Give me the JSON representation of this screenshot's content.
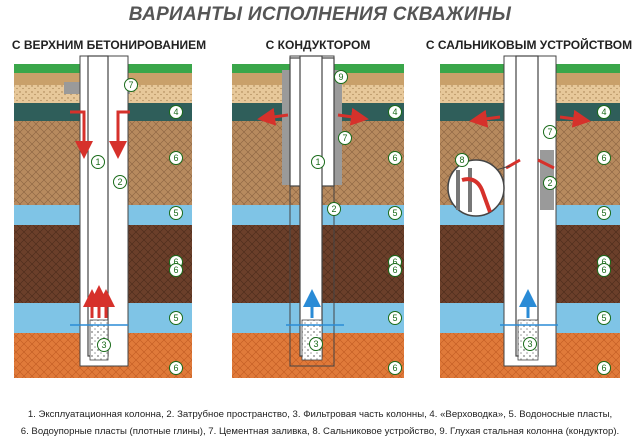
{
  "title": "ВАРИАНТЫ ИСПОЛНЕНИЯ СКВАЖИНЫ",
  "panels": [
    {
      "title": "С ВЕРХНИМ БЕТОНИРОВАНИЕМ"
    },
    {
      "title": "С КОНДУКТОРОМ"
    },
    {
      "title": "С САЛЬНИКОВЫМ УСТРОЙСТВОМ"
    }
  ],
  "legend": {
    "line1": "1. Эксплуатационная колонна, 2. Затрубное пространство, 3. Фильтровая часть колонны, 4. «Верховодка», 5. Водоносные пласты,",
    "line2": "6. Водоупорные пласты (плотные глины), 7. Цементная заливка, 8. Сальниковое устройство, 9. Глухая стальная колонна (кондуктор)."
  },
  "markers": {
    "p1": [
      "1",
      "2",
      "3",
      "4",
      "5",
      "5",
      "6",
      "6",
      "6",
      "6",
      "7"
    ],
    "p2": [
      "1",
      "2",
      "3",
      "4",
      "5",
      "5",
      "6",
      "6",
      "6",
      "6",
      "7",
      "9"
    ],
    "p3": [
      "2",
      "3",
      "4",
      "5",
      "5",
      "6",
      "6",
      "6",
      "6",
      "7",
      "8"
    ]
  },
  "colors": {
    "grass": "#3aa64a",
    "topsoil": "#c9a06a",
    "sand": "#e7c89a",
    "perched_water": "#2f5e5a",
    "clay_light": "#b78a5e",
    "aquifer": "#7fc4e6",
    "clay_dark": "#6b3f2a",
    "clay_orange": "#e07a3a",
    "cement": "#9a9a9a",
    "arrow_red": "#d6312b",
    "arrow_blue": "#2a8bd6"
  }
}
